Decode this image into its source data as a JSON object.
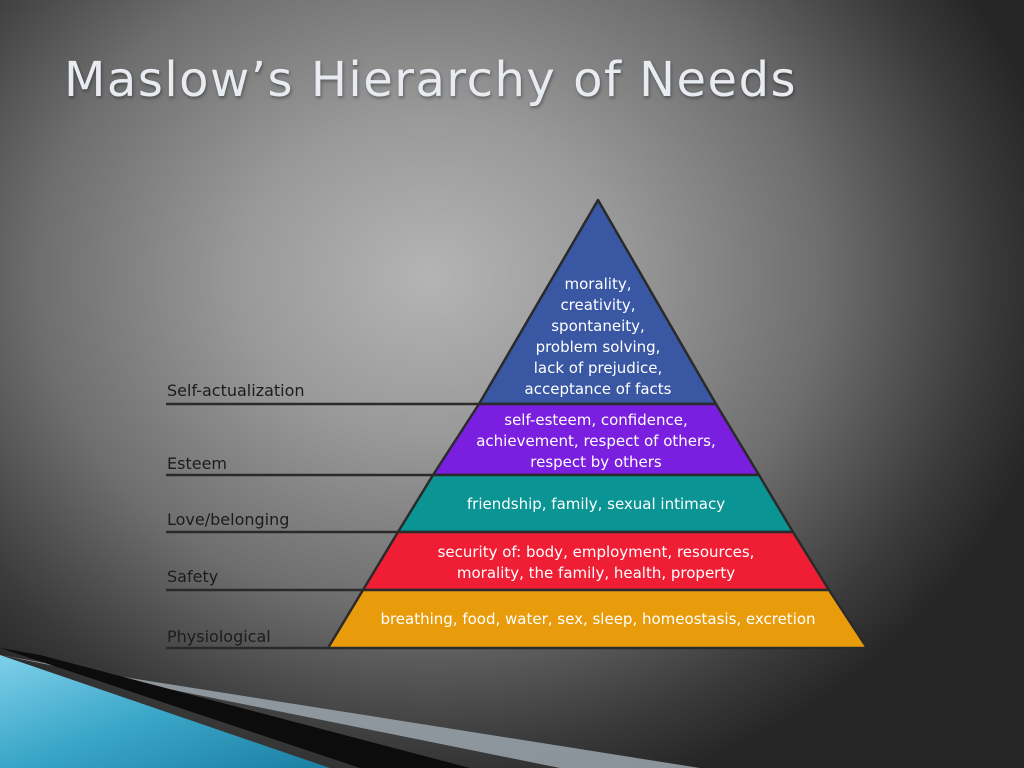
{
  "title": "Maslow’s Hierarchy of Needs",
  "colors": {
    "self_actualization": "#3a57a3",
    "esteem": "#7a1ee0",
    "love_belonging": "#0a9494",
    "safety": "#f01e35",
    "physiological": "#e89c0c"
  },
  "levels": [
    {
      "name": "Self-actualization",
      "lines": [
        "morality,",
        "creativity,",
        "spontaneity,",
        "problem solving,",
        "lack of prejudice,",
        "acceptance of facts"
      ]
    },
    {
      "name": "Esteem",
      "lines": [
        "self-esteem, confidence,",
        "achievement, respect of others,",
        "respect by others"
      ]
    },
    {
      "name": "Love/belonging",
      "lines": [
        "friendship, family, sexual intimacy"
      ]
    },
    {
      "name": "Safety",
      "lines": [
        "security of: body, employment, resources,",
        "morality, the family, health, property"
      ]
    },
    {
      "name": "Physiological",
      "lines": [
        "breathing, food, water, sex, sleep, homeostasis, excretion"
      ]
    }
  ]
}
